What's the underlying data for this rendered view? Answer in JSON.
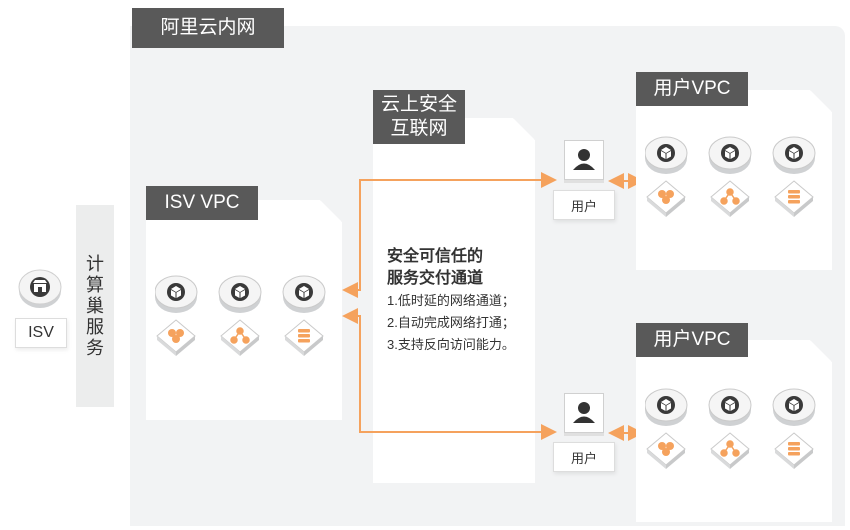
{
  "region": {
    "label": "阿里云内网"
  },
  "isv": {
    "label": "ISV",
    "icon": "store-icon"
  },
  "side_bar": {
    "chars": [
      "计",
      "算",
      "巢",
      "服",
      "务"
    ]
  },
  "isv_vpc": {
    "label": "ISV VPC"
  },
  "secure_net": {
    "label_line1": "云上安全",
    "label_line2": "互联网",
    "title_line1": "安全可信任的",
    "title_line2": "服务交付通道",
    "points": [
      "1.低时延的网络通道；",
      "2.自动完成网络打通；",
      "3.支持反向访问能力。"
    ]
  },
  "user_vpc_top": {
    "label": "用户VPC"
  },
  "user_vpc_bottom": {
    "label": "用户VPC"
  },
  "user_top": {
    "label": "用户",
    "icon": "user-icon"
  },
  "user_bottom": {
    "label": "用户",
    "icon": "user-icon"
  },
  "colors": {
    "accent": "#f5a25d",
    "tag_bg": "#595959",
    "region_bg": "#f2f3f4"
  },
  "icons": {
    "disk": "cube-icon",
    "tiles": [
      "orange-cluster-icon",
      "network-node-icon",
      "server-stack-icon"
    ]
  }
}
